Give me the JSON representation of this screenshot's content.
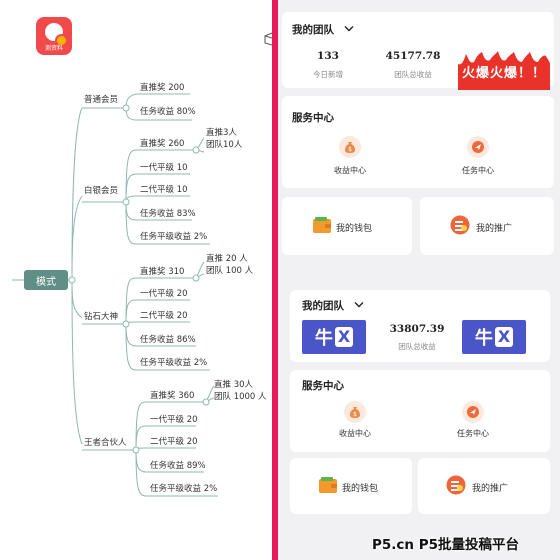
{
  "logo": {
    "label": "测资料",
    "accent": "#f24a4a"
  },
  "mindmap": {
    "root": "模式",
    "branches": [
      {
        "name": "普通会员",
        "items": [
          "直推奖 200",
          "任务收益 80%"
        ]
      },
      {
        "name": "白银会员",
        "items": [
          "直推奖 260",
          "一代平级 10",
          "二代平级 10",
          "任务收益 83%",
          "任务平级收益 2%"
        ],
        "notes": [
          "直推3人",
          "团队10人"
        ]
      },
      {
        "name": "钻石大神",
        "items": [
          "直推奖 310",
          "一代平级 20",
          "二代平级 20",
          "任务收益 86%",
          "任务平级收益 2%"
        ],
        "notes": [
          "直推 20 人",
          "团队 100 人"
        ]
      },
      {
        "name": "王者合伙人",
        "items": [
          "直推奖 360",
          "一代平级 20",
          "二代平级 20",
          "任务收益 89%",
          "任务平级收益 2%"
        ],
        "notes": [
          "直推 30人",
          "团队 1000 人"
        ]
      }
    ]
  },
  "app1": {
    "team_title": "我的团队",
    "today_new": {
      "value": "133",
      "label": "今日新增"
    },
    "team_income": {
      "value": "45177.78",
      "label": "团队总收益"
    },
    "service_title": "服务中心",
    "services": [
      {
        "label": "收益中心"
      },
      {
        "label": "任务中心"
      }
    ],
    "tiles": [
      {
        "label": "我的钱包"
      },
      {
        "label": "我的推广"
      }
    ]
  },
  "banner": {
    "text": "火爆火爆！！",
    "color": "#e8322a"
  },
  "app2": {
    "team_title": "我的团队",
    "team_income": {
      "value": "33807.39",
      "label": "团队总收益"
    },
    "niu_left": {
      "char": "牛",
      "x": "X"
    },
    "niu_right": {
      "char": "牛",
      "x": "X"
    },
    "service_title": "服务中心",
    "services": [
      {
        "label": "收益中心"
      },
      {
        "label": "任务中心"
      }
    ],
    "tiles": [
      {
        "label": "我的钱包"
      },
      {
        "label": "我的推广"
      }
    ]
  },
  "watermark": "P5.cn P5批量投稿平台"
}
